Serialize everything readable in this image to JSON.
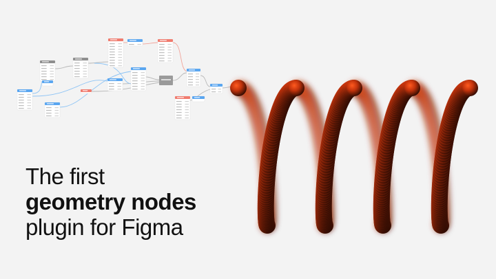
{
  "headline": {
    "line1": "The first",
    "line2": "geometry nodes",
    "line3": "plugin for Figma"
  },
  "colors": {
    "background": "#f3f3f3",
    "text": "#111111",
    "coil_highlight": "#ff5a1f",
    "coil_shadow": "#2a0a02",
    "node_blue": "#5aa6f0",
    "node_red": "#f07b6e",
    "node_gray": "#8e8e8e",
    "wire_blue": "#8ec4f5",
    "wire_red": "#f2a49a",
    "wire_gray": "#b8b8b8"
  },
  "graph": {
    "nodes": [
      {
        "id": "n1",
        "header": "gray",
        "kind": "gray-header"
      },
      {
        "id": "n2",
        "header": "gray",
        "kind": "gray-header"
      },
      {
        "id": "n3",
        "header": "blue",
        "kind": "blue-header"
      },
      {
        "id": "n4",
        "header": "blue",
        "kind": "blue-header"
      },
      {
        "id": "n5",
        "header": "blue",
        "kind": "blue-header"
      },
      {
        "id": "n6",
        "header": "red",
        "kind": "red-header"
      },
      {
        "id": "n7",
        "header": "red",
        "kind": "red-header"
      },
      {
        "id": "n8",
        "header": "blue",
        "kind": "blue-header"
      },
      {
        "id": "n9",
        "header": "blue",
        "kind": "blue-header"
      },
      {
        "id": "n10",
        "header": "gray",
        "kind": "gray-block"
      },
      {
        "id": "n11",
        "header": "blue",
        "kind": "blue-header"
      },
      {
        "id": "n12",
        "header": "red",
        "kind": "red-header"
      },
      {
        "id": "n13",
        "header": "blue",
        "kind": "blue-header"
      },
      {
        "id": "n14",
        "header": "blue",
        "kind": "blue-header"
      },
      {
        "id": "n15",
        "header": "red",
        "kind": "red-header"
      },
      {
        "id": "n16",
        "header": "blue",
        "kind": "blue-header"
      }
    ]
  }
}
